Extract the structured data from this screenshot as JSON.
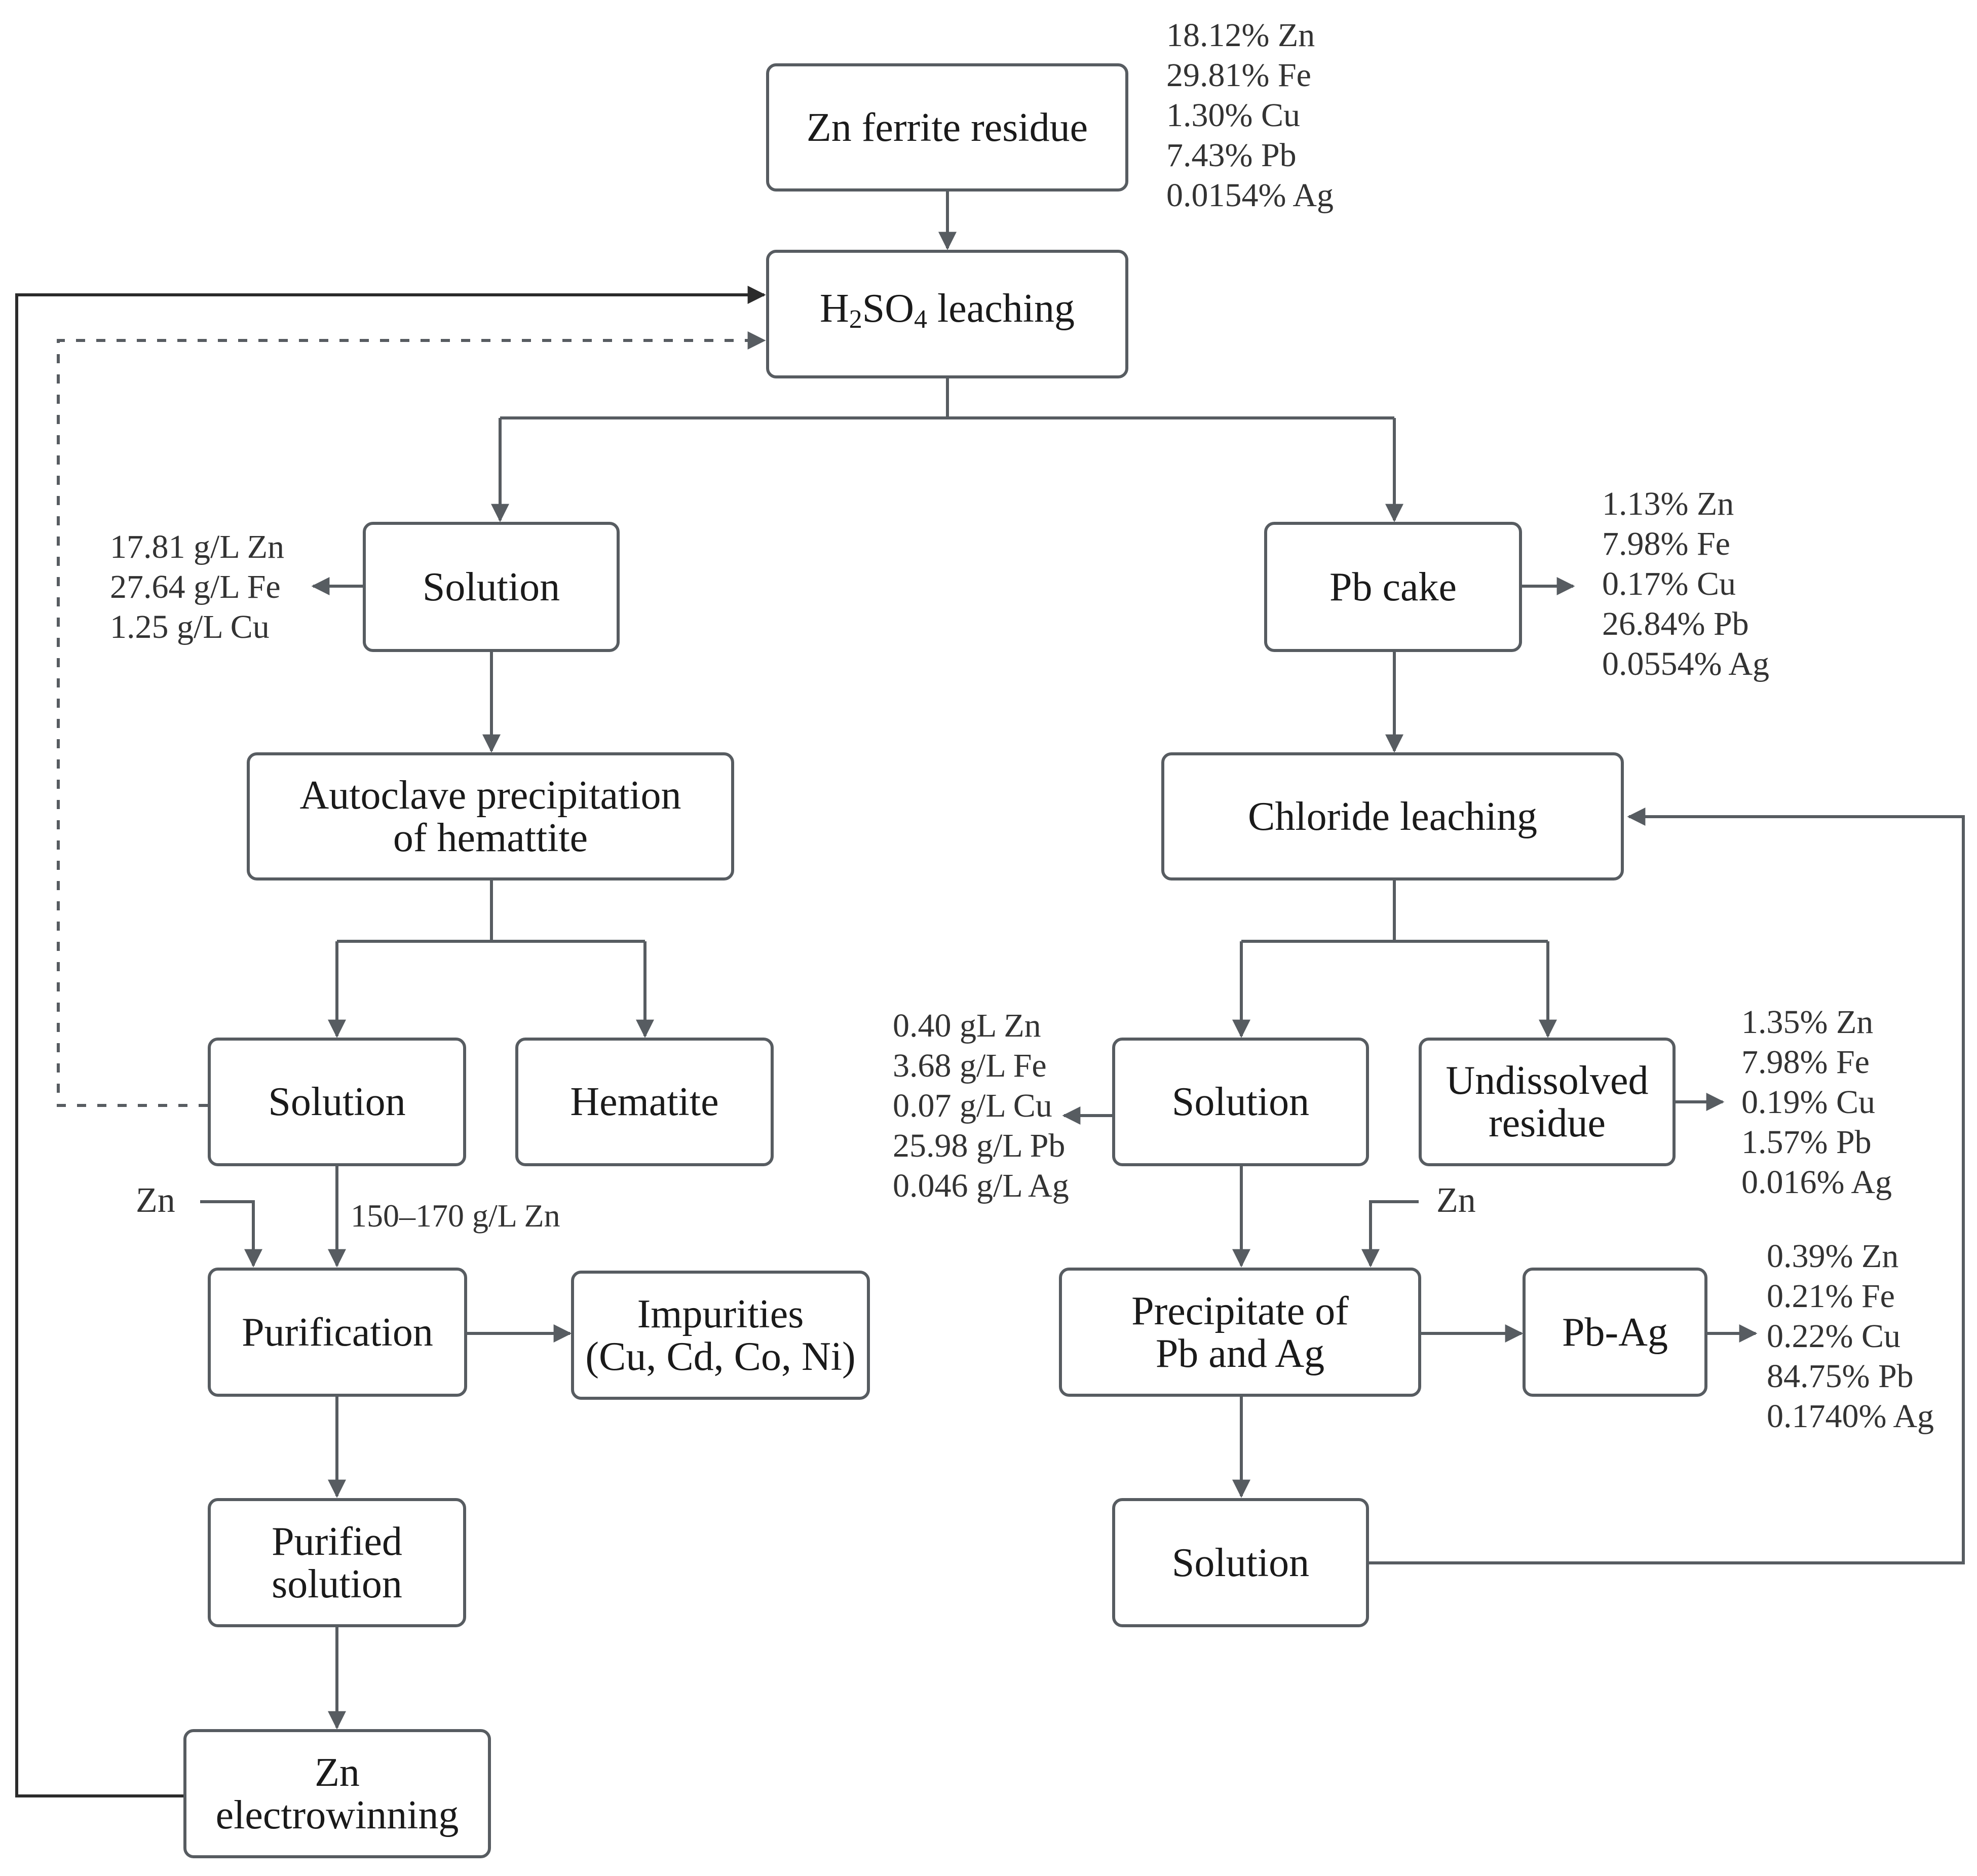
{
  "nodes": {
    "zn_ferrite_residue": "Zn ferrite residue",
    "h2so4_leaching": {
      "pre": "H",
      "sub1": "2",
      "mid": "SO",
      "sub2": "4",
      "post": " leaching"
    },
    "solution_1": "Solution",
    "pb_cake": "Pb cake",
    "autoclave": [
      "Autoclave precipitation",
      "of hemattite"
    ],
    "chloride_leaching": "Chloride leaching",
    "solution_2": "Solution",
    "hematite": "Hematite",
    "solution_3": "Solution",
    "undissolved_residue": [
      "Undissolved",
      "residue"
    ],
    "purification": "Purification",
    "impurities": [
      "Impurities",
      "(Cu, Cd, Co, Ni)"
    ],
    "precipitate_pb_ag": [
      "Precipitate of",
      "Pb and Ag"
    ],
    "pb_ag": "Pb-Ag",
    "purified_solution": [
      "Purified",
      "solution"
    ],
    "solution_4": "Solution",
    "zn_electrowinning": [
      "Zn",
      "electrowinning"
    ]
  },
  "annotations": {
    "zn_ferrite_composition": [
      "18.12% Zn",
      "29.81% Fe",
      "1.30% Cu",
      "7.43% Pb",
      "0.0154% Ag"
    ],
    "solution_1_composition": [
      "17.81 g/L Zn",
      "27.64 g/L Fe",
      "1.25 g/L Cu"
    ],
    "pb_cake_composition": [
      "1.13% Zn",
      "7.98% Fe",
      "0.17% Cu",
      "26.84% Pb",
      "0.0554% Ag"
    ],
    "solution_3_composition": [
      "0.40 gL Zn",
      "3.68 g/L Fe",
      "0.07 g/L Cu",
      "25.98 g/L Pb",
      "0.046 g/L Ag"
    ],
    "undissolved_residue_composition": [
      "1.35% Zn",
      "7.98% Fe",
      "0.19% Cu",
      "1.57% Pb",
      "0.016% Ag"
    ],
    "pb_ag_composition": [
      "0.39% Zn",
      "0.21% Fe",
      "0.22% Cu",
      "84.75% Pb",
      "0.1740% Ag"
    ],
    "zn_input_left": "Zn",
    "zn_input_right": "Zn",
    "solution_2_concentration": "150–170 g/L Zn"
  },
  "colors": {
    "box_border": "#575c61",
    "arrow": "#575c61",
    "recycle_line": "#2b2b2b",
    "text": "#1a1a1a",
    "annotation_text": "#333333"
  }
}
